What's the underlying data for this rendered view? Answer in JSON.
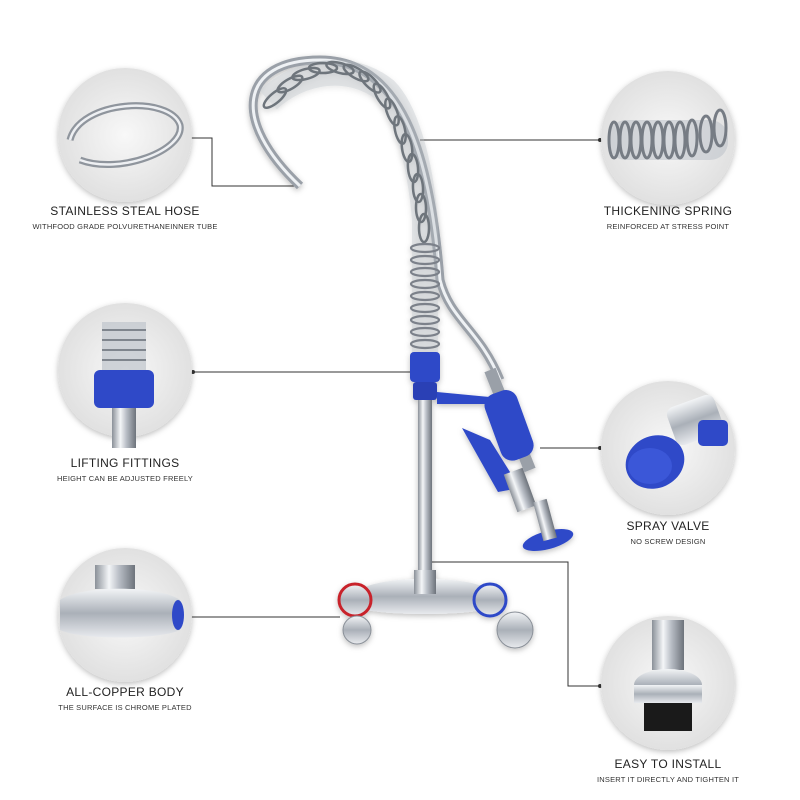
{
  "features": [
    {
      "id": "hose",
      "title": "STAINLESS STEAL HOSE",
      "subtitle": "WITHFOOD GRADE POLVURETHANEINNER TUBE"
    },
    {
      "id": "spring",
      "title": "THICKENING SPRING",
      "subtitle": "REINFORCED AT STRESS POINT"
    },
    {
      "id": "lift",
      "title": "LIFTING FITTINGS",
      "subtitle": "HEIGHT CAN BE ADJUSTED FREELY"
    },
    {
      "id": "spray",
      "title": "SPRAY VALVE",
      "subtitle": "NO SCREW DESIGN"
    },
    {
      "id": "body",
      "title": "ALL-COPPER BODY",
      "subtitle": "THE SURFACE IS CHROME PLATED"
    },
    {
      "id": "install",
      "title": "EASY TO INSTALL",
      "subtitle": "INSERT IT DIRECTLY AND TIGHTEN IT"
    }
  ],
  "colors": {
    "accent_blue": "#2f49c8",
    "chrome": "#c9ced6",
    "circle_bg": "#eeeeee",
    "leader": "#333333"
  }
}
